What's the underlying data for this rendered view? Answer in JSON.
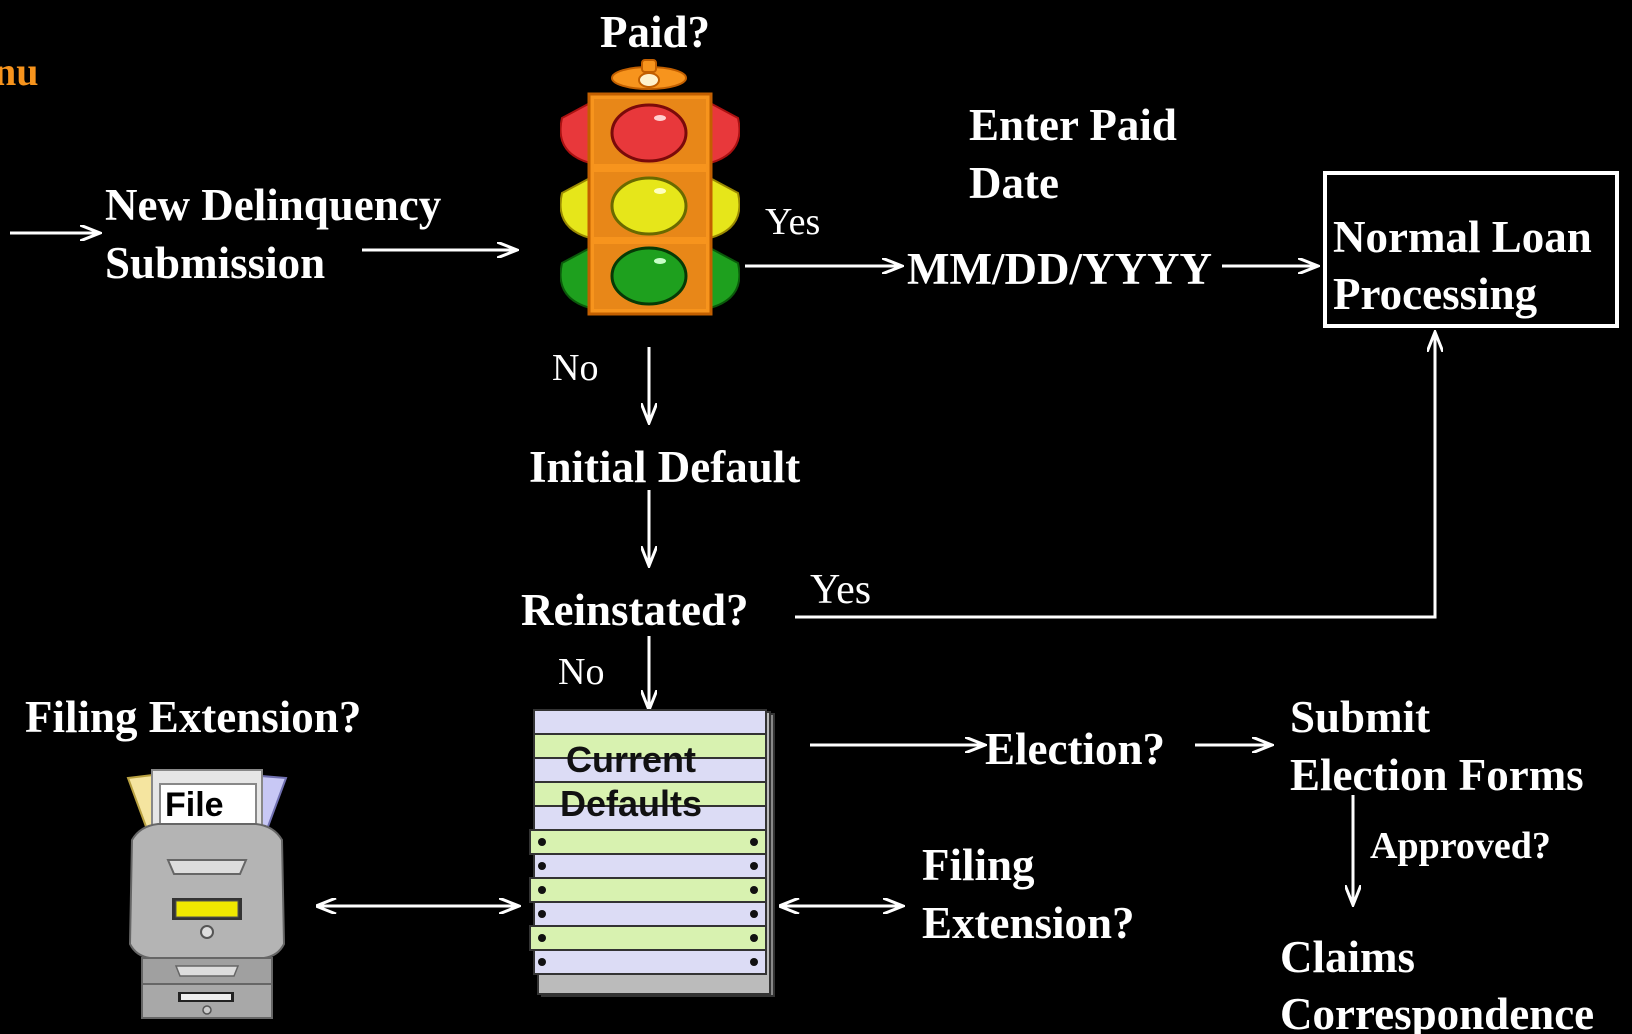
{
  "corner_text": "nu",
  "top_question": "Paid?",
  "new_delinquency": {
    "line1": "New Delinquency",
    "line2": "Submission"
  },
  "yes_top": "Yes",
  "enter_paid": {
    "line1": "Enter Paid",
    "line2": "Date"
  },
  "date_format": "MM/DD/YYYY",
  "normal_processing": {
    "line1": "Normal Loan",
    "line2": "Processing"
  },
  "no_top": "No",
  "initial_default": "Initial Default",
  "reinstated": "Reinstated?",
  "yes_reinstated": "Yes",
  "no_reinstated": "No",
  "filing_extension_left": "Filing Extension?",
  "file_label": "File",
  "current_defaults": {
    "line1": "Current",
    "line2": "Defaults"
  },
  "election": "Election?",
  "submit_forms": {
    "line1": "Submit",
    "line2": "Election Forms"
  },
  "approved": "Approved?",
  "filing_extension_right": {
    "line1": "Filing",
    "line2": "Extension?"
  },
  "claims_correspondence": {
    "line1": "Claims",
    "line2": "Correspondence"
  },
  "colors": {
    "background": "#000000",
    "foreground": "#ffffff",
    "accent_orange": "#f7941d",
    "traffic_red": "#e8383b",
    "traffic_yellow": "#e6e61a",
    "traffic_green": "#1ea01e",
    "ledger_green": "#d8f2b0",
    "ledger_lavender": "#dcdcf5"
  },
  "icons": [
    "traffic-light-icon",
    "filing-cabinet-icon",
    "ledger-stack-icon"
  ]
}
